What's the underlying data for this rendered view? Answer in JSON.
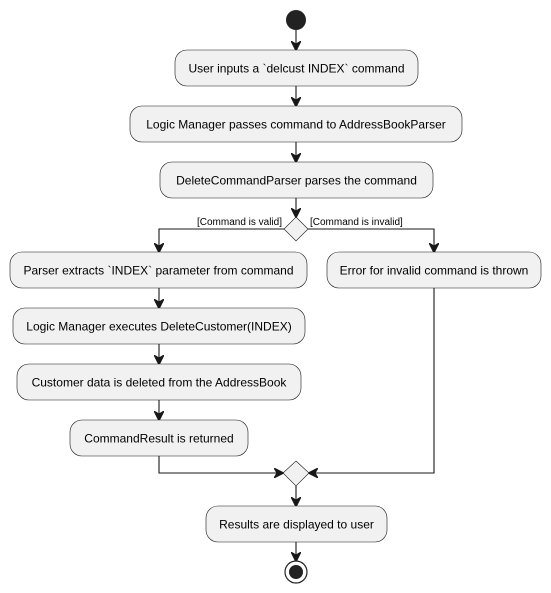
{
  "diagram": {
    "nodes": {
      "user_input": "User inputs a `delcust INDEX` command",
      "logic_passes": "Logic Manager passes command to AddressBookParser",
      "parser_parses": "DeleteCommandParser parses the command",
      "extract_index": "Parser extracts `INDEX` parameter from command",
      "execute_delete": "Logic Manager executes DeleteCustomer(INDEX)",
      "data_deleted": "Customer data is deleted from the AddressBook",
      "result_returned": "CommandResult is returned",
      "error_thrown": "Error for invalid command is thrown",
      "results_displayed": "Results are displayed to user"
    },
    "guards": {
      "valid": "[Command is valid]",
      "invalid": "[Command is invalid]"
    }
  },
  "colors": {
    "node_fill": "#F1F1F1",
    "stroke": "#181818"
  }
}
